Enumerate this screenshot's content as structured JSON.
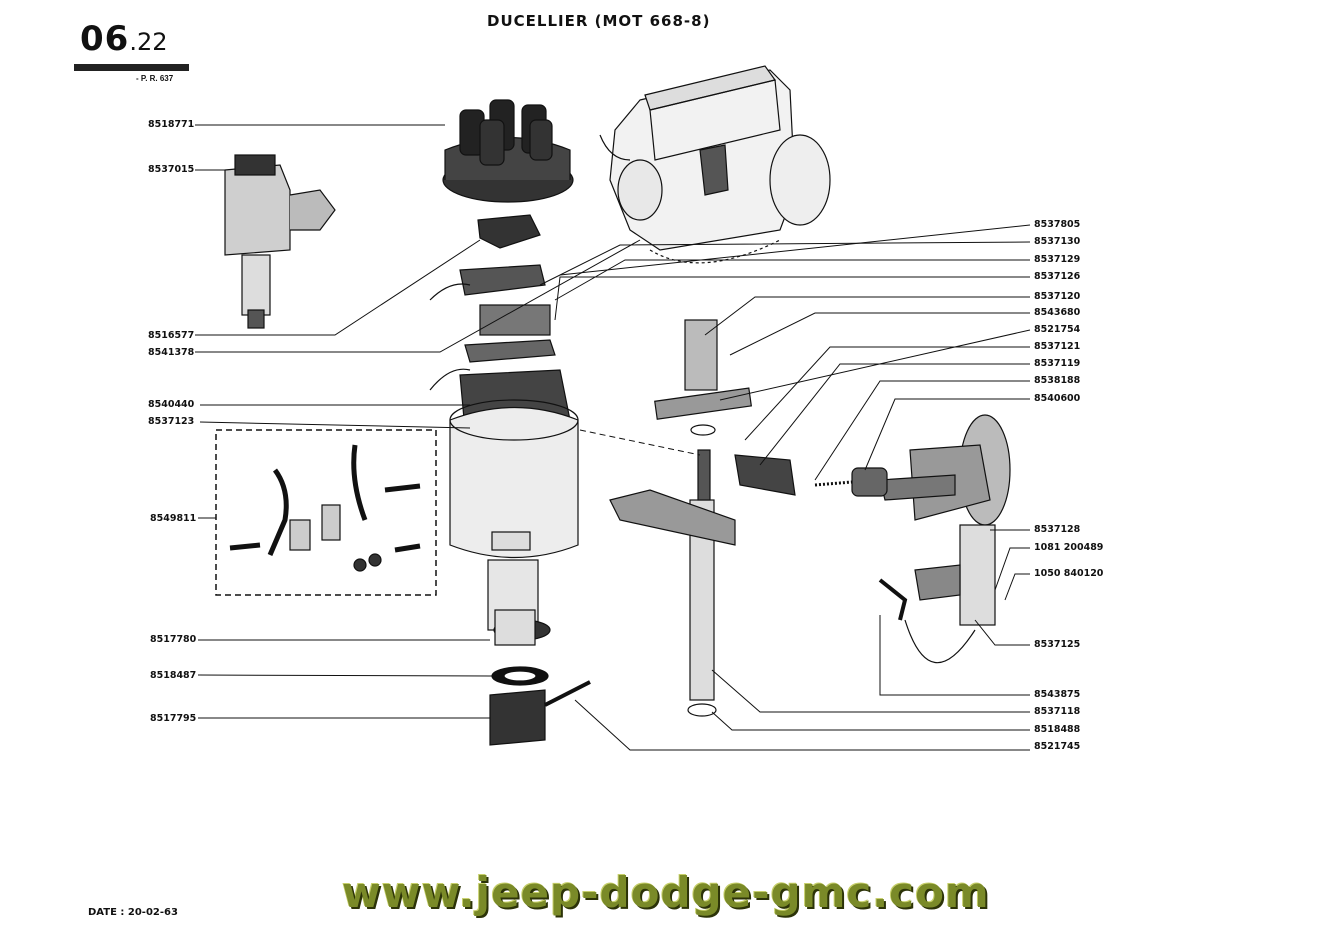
{
  "header": {
    "section_major": "06",
    "section_minor": ".22",
    "title": "DUCELLIER (MOT 668-8)",
    "reference": "- P. R. 637"
  },
  "labels_left": [
    "8518771",
    "8537015",
    "8516577",
    "8541378",
    "8540440",
    "8537123",
    "8549811",
    "8517780",
    "8518487",
    "8517795"
  ],
  "labels_right": [
    "8537805",
    "8537130",
    "8537129",
    "8537126",
    "8537120",
    "8543680",
    "8521754",
    "8537121",
    "8537119",
    "8538188",
    "8540600",
    "8537128",
    "1081 200489",
    "1050 840120",
    "8537125",
    "8543875",
    "8537118",
    "8518488",
    "8521745"
  ],
  "footer": {
    "date": "DATE : 20-02-63",
    "watermark": "www.jeep-dodge-gmc.com"
  },
  "colors": {
    "ink": "#111111",
    "watermark": "#7a8a28",
    "paper": "#ffffff"
  }
}
